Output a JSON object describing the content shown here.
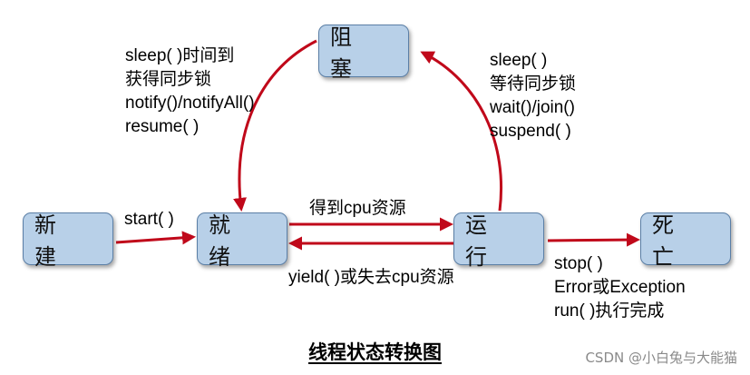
{
  "states": {
    "new": "新 建",
    "ready": "就 绪",
    "running": "运 行",
    "dead": "死 亡",
    "blocked": "阻 塞"
  },
  "transitions": {
    "blocked_to_ready": [
      "sleep( )时间到",
      "获得同步锁",
      "notify()/notifyAll()",
      "resume( )"
    ],
    "running_to_blocked": [
      "sleep( )",
      "等待同步锁",
      "wait()/join()",
      "suspend( )"
    ],
    "new_to_ready": "start( )",
    "ready_to_running": "得到cpu资源",
    "running_to_ready": "yield( )或失去cpu资源",
    "running_to_dead": [
      "stop( )",
      "Error或Exception",
      "run( )执行完成"
    ]
  },
  "title": "线程状态转换图",
  "watermark": "CSDN @小白兔与大能猫",
  "colors": {
    "arrow": "#c0081a",
    "state_fill": "#b8d0e8",
    "state_border": "#5b7fa6"
  }
}
